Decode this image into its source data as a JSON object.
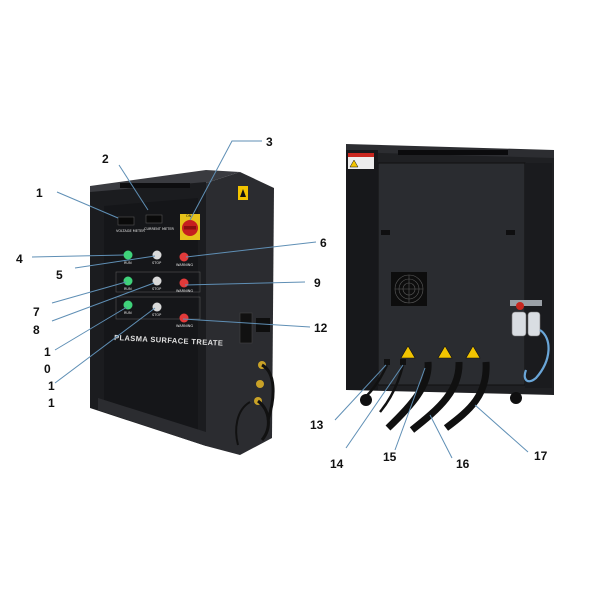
{
  "front_unit": {
    "meter_1_label": "VOLTAGE METER",
    "meter_2_label": "CURRENT METER",
    "switch_label": "ON",
    "brand_text": "PLASMA SURFACE TREATE",
    "rows": [
      {
        "lamps": [
          {
            "color": "#3fd27a",
            "label": "RUN"
          },
          {
            "color": "#d9d9d9",
            "label": "STOP"
          },
          {
            "color": "#e23a3a",
            "label": "WARNING"
          }
        ]
      },
      {
        "lamps": [
          {
            "color": "#3fd27a",
            "label": "RUN"
          },
          {
            "color": "#d9d9d9",
            "label": "STOP"
          },
          {
            "color": "#e23a3a",
            "label": "WARNING"
          }
        ]
      },
      {
        "lamps": [
          {
            "color": "#3fd27a",
            "label": "RUN"
          },
          {
            "color": "#d9d9d9",
            "label": "STOP"
          },
          {
            "color": "#e23a3a",
            "label": "WARNING"
          }
        ]
      }
    ]
  },
  "callouts": {
    "c1": "1",
    "c2": "2",
    "c3": "3",
    "c4": "4",
    "c5": "5",
    "c6": "6",
    "c7": "7",
    "c8": "8",
    "c9": "9",
    "c10a": "1",
    "c10b": "0",
    "c11a": "1",
    "c11b": "1",
    "c12": "12",
    "c13": "13",
    "c14": "14",
    "c15": "15",
    "c16": "16",
    "c17": "17"
  },
  "colors": {
    "cabinet": "#1c1d20",
    "cabinet_side": "#2a2b2f",
    "leader_line": "#5f8fb5",
    "warning_label": "#f2c400",
    "hose": "#101010"
  }
}
